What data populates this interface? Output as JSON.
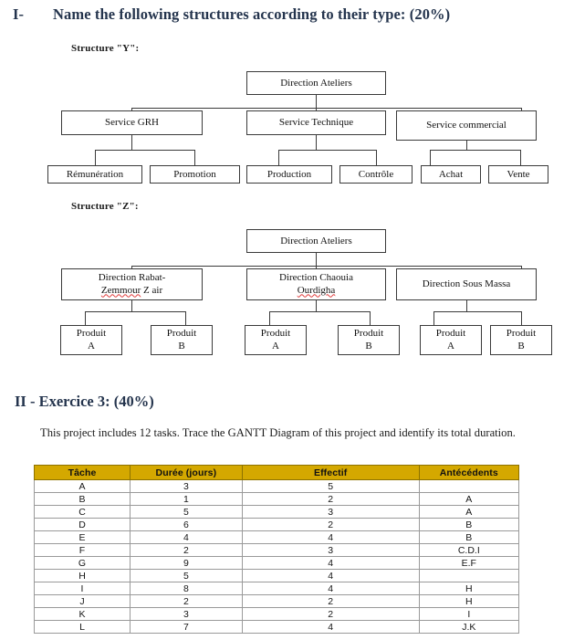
{
  "section1": {
    "number": "I-",
    "title": "Name the following structures according to their type: (20%)",
    "structure_y_label": "Structure \"Y\":",
    "structure_z_label": "Structure \"Z\":"
  },
  "chart_y": {
    "root": "Direction Ateliers",
    "level2": [
      "Service GRH",
      "Service Technique",
      "Service commercial"
    ],
    "level3": [
      "Rémunération",
      "Promotion",
      "Production",
      "Contrôle",
      "Achat",
      "Vente"
    ]
  },
  "chart_z": {
    "root": "Direction Ateliers",
    "level2": [
      {
        "line1": "Direction Rabat-",
        "line2a": "Zemmour",
        "line2b": " Z air"
      },
      {
        "line1": "Direction Chaouia",
        "line2a": "Ourdigha",
        "line2b": ""
      },
      {
        "line1": "Direction Sous Massa",
        "line2a": "",
        "line2b": ""
      }
    ],
    "level3": [
      {
        "line1": "Produit",
        "line2": "A"
      },
      {
        "line1": "Produit",
        "line2": "B"
      },
      {
        "line1": "Produit",
        "line2": "A"
      },
      {
        "line1": "Produit",
        "line2": "B"
      },
      {
        "line1": "Produit",
        "line2": "A"
      },
      {
        "line1": "Produit",
        "line2": "B"
      }
    ]
  },
  "section2": {
    "title": "II - Exercice 3: (40%)",
    "paragraph": "This project includes 12 tasks. Trace the GANTT Diagram of this project and identify its total duration."
  },
  "table": {
    "headers": [
      "Tâche",
      "Durée (jours)",
      "Effectif",
      "Antécédents"
    ],
    "rows": [
      {
        "tache": "A",
        "duree": "3",
        "effectif": "5",
        "antecedents": ""
      },
      {
        "tache": "B",
        "duree": "1",
        "effectif": "2",
        "antecedents": "A"
      },
      {
        "tache": "C",
        "duree": "5",
        "effectif": "3",
        "antecedents": "A"
      },
      {
        "tache": "D",
        "duree": "6",
        "effectif": "2",
        "antecedents": "B"
      },
      {
        "tache": "E",
        "duree": "4",
        "effectif": "4",
        "antecedents": "B"
      },
      {
        "tache": "F",
        "duree": "2",
        "effectif": "3",
        "antecedents": "C.D.I"
      },
      {
        "tache": "G",
        "duree": "9",
        "effectif": "4",
        "antecedents": "E.F"
      },
      {
        "tache": "H",
        "duree": "5",
        "effectif": "4",
        "antecedents": ""
      },
      {
        "tache": "I",
        "duree": "8",
        "effectif": "4",
        "antecedents": "H"
      },
      {
        "tache": "J",
        "duree": "2",
        "effectif": "2",
        "antecedents": "H"
      },
      {
        "tache": "K",
        "duree": "3",
        "effectif": "2",
        "antecedents": "I"
      },
      {
        "tache": "L",
        "duree": "7",
        "effectif": "4",
        "antecedents": "J.K"
      }
    ]
  },
  "colors": {
    "header_fill": "#d4a800",
    "heading_text": "#24344d",
    "spellcheck_underline": "#e03b3b"
  }
}
